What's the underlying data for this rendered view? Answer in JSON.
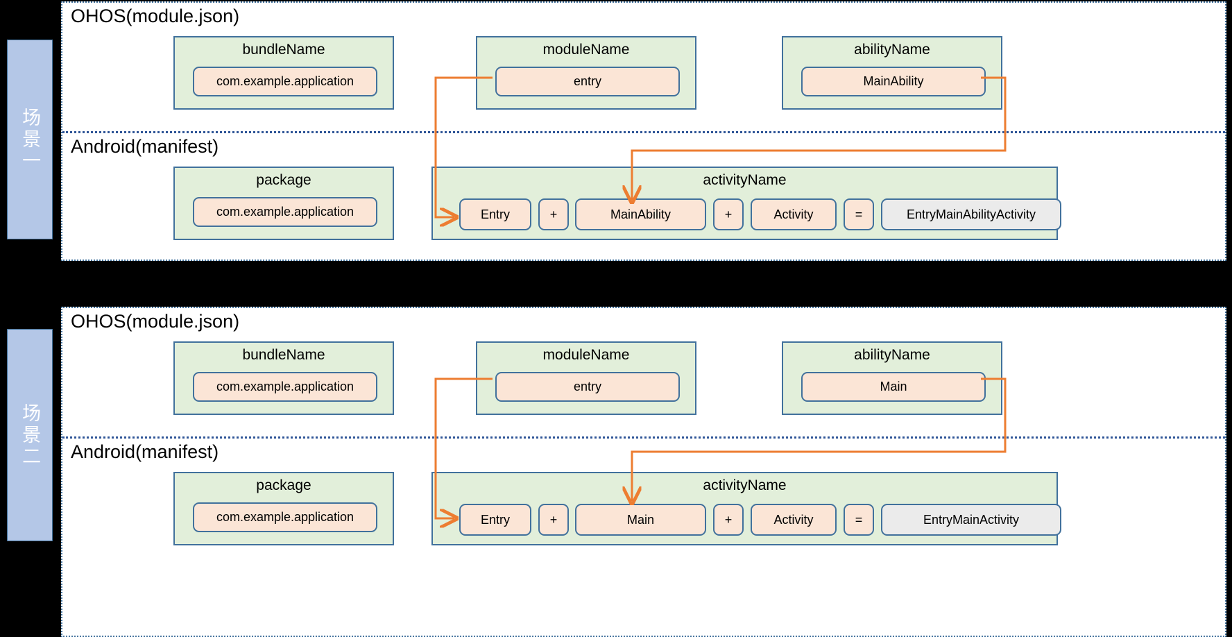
{
  "accent_colors": {
    "sidebar_fill": "#b4c7e7",
    "panel_border": "#41719c",
    "field_fill": "#e2efda",
    "chip_fill": "#fbe5d6",
    "result_fill": "#ebebeb",
    "connector": "#ed7d31",
    "background": "#000000"
  },
  "scenarios": [
    {
      "tab_label": "场景一",
      "ohos": {
        "title": "OHOS(module.json)",
        "fields": [
          {
            "label": "bundleName",
            "value": "com.example.application"
          },
          {
            "label": "moduleName",
            "value": "entry"
          },
          {
            "label": "abilityName",
            "value": "MainAbility"
          }
        ]
      },
      "android": {
        "title": "Android(manifest)",
        "package": {
          "label": "package",
          "value": "com.example.application"
        },
        "activity": {
          "label": "activityName",
          "terms": [
            "Entry",
            "+",
            "MainAbility",
            "+",
            "Activity",
            "="
          ],
          "result": "EntryMainAbilityActivity"
        }
      }
    },
    {
      "tab_label": "场景二",
      "ohos": {
        "title": "OHOS(module.json)",
        "fields": [
          {
            "label": "bundleName",
            "value": "com.example.application"
          },
          {
            "label": "moduleName",
            "value": "entry"
          },
          {
            "label": "abilityName",
            "value": "Main"
          }
        ]
      },
      "android": {
        "title": "Android(manifest)",
        "package": {
          "label": "package",
          "value": "com.example.application"
        },
        "activity": {
          "label": "activityName",
          "terms": [
            "Entry",
            "+",
            "Main",
            "+",
            "Activity",
            "="
          ],
          "result": "EntryMainActivity"
        }
      }
    }
  ]
}
